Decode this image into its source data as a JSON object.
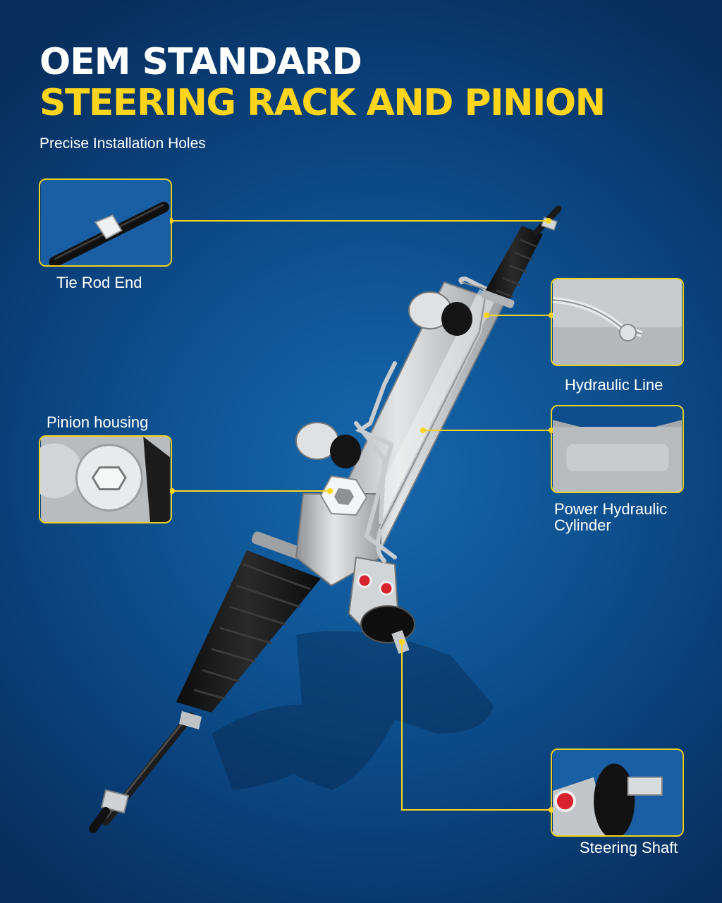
{
  "header": {
    "title_line1": "OEM STANDARD",
    "title_line2": "STEERING RACK AND PINION",
    "subtitle": "Precise Installation Holes"
  },
  "callouts": {
    "tie_rod_end": "Tie Rod End",
    "hydraulic_line": "Hydraulic Line",
    "pinion_housing": "Pinion housing",
    "power_hydraulic_cylinder": [
      "Power Hydraulic",
      "Cylinder"
    ],
    "steering_shaft": "Steering Shaft"
  },
  "colors": {
    "accent_yellow": "#ffd51c",
    "background_blue": "#0f5595",
    "boot_black": "#151515",
    "housing_silver": "#c9ccce"
  }
}
